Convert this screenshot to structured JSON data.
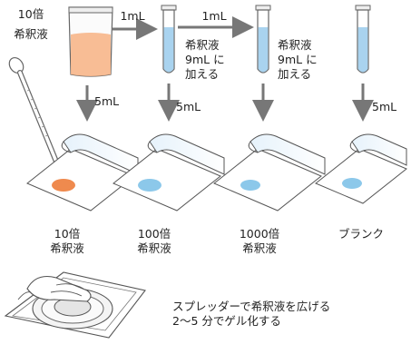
{
  "sample": {
    "line1": "10倍",
    "line2": "希釈液"
  },
  "transfer": {
    "amount": "1mL"
  },
  "diluent": {
    "line1": "希釈液",
    "line2": "9mL に",
    "line3": "加える"
  },
  "inoculum": {
    "amount": "5mL"
  },
  "plates": [
    {
      "line1": "10倍",
      "line2": "希釈液"
    },
    {
      "line1": "100倍",
      "line2": "希釈液"
    },
    {
      "line1": "1000倍",
      "line2": "希釈液"
    },
    {
      "line1": "ブランク",
      "line2": ""
    }
  ],
  "instructions": {
    "line1": "スプレッダーで希釈液を広げる",
    "line2": "2～5 分でゲル化する"
  },
  "colors": {
    "sample_liquid": "#f7b68a",
    "tube_liquid": "#a9d3ef",
    "colony_orange": "#ef8a4e",
    "colony_blue": "#8cc8ea",
    "arrow": "#777777"
  }
}
